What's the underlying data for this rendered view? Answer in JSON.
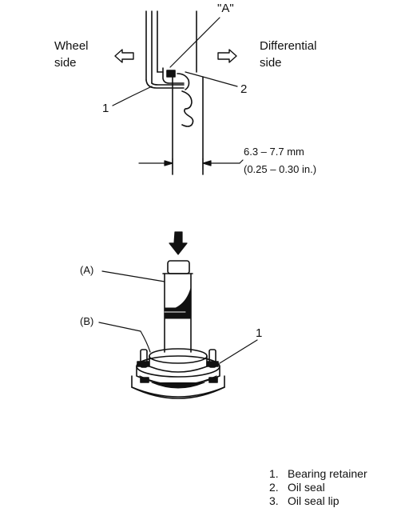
{
  "top_figure": {
    "callout_a": "\"A\"",
    "wheel_side": [
      "Wheel",
      "side"
    ],
    "differential_side": [
      "Differential",
      "side"
    ],
    "callout_1": "1",
    "callout_2": "2",
    "dim_mm": "6.3 – 7.7 mm",
    "dim_in": "(0.25 – 0.30 in.)"
  },
  "bottom_figure": {
    "label_a": "(A)",
    "label_b": "(B)",
    "callout_1": "1"
  },
  "legend": [
    {
      "num": "1.",
      "text": "Bearing retainer"
    },
    {
      "num": "2.",
      "text": "Oil seal"
    },
    {
      "num": "3.",
      "text": "Oil seal lip"
    }
  ]
}
